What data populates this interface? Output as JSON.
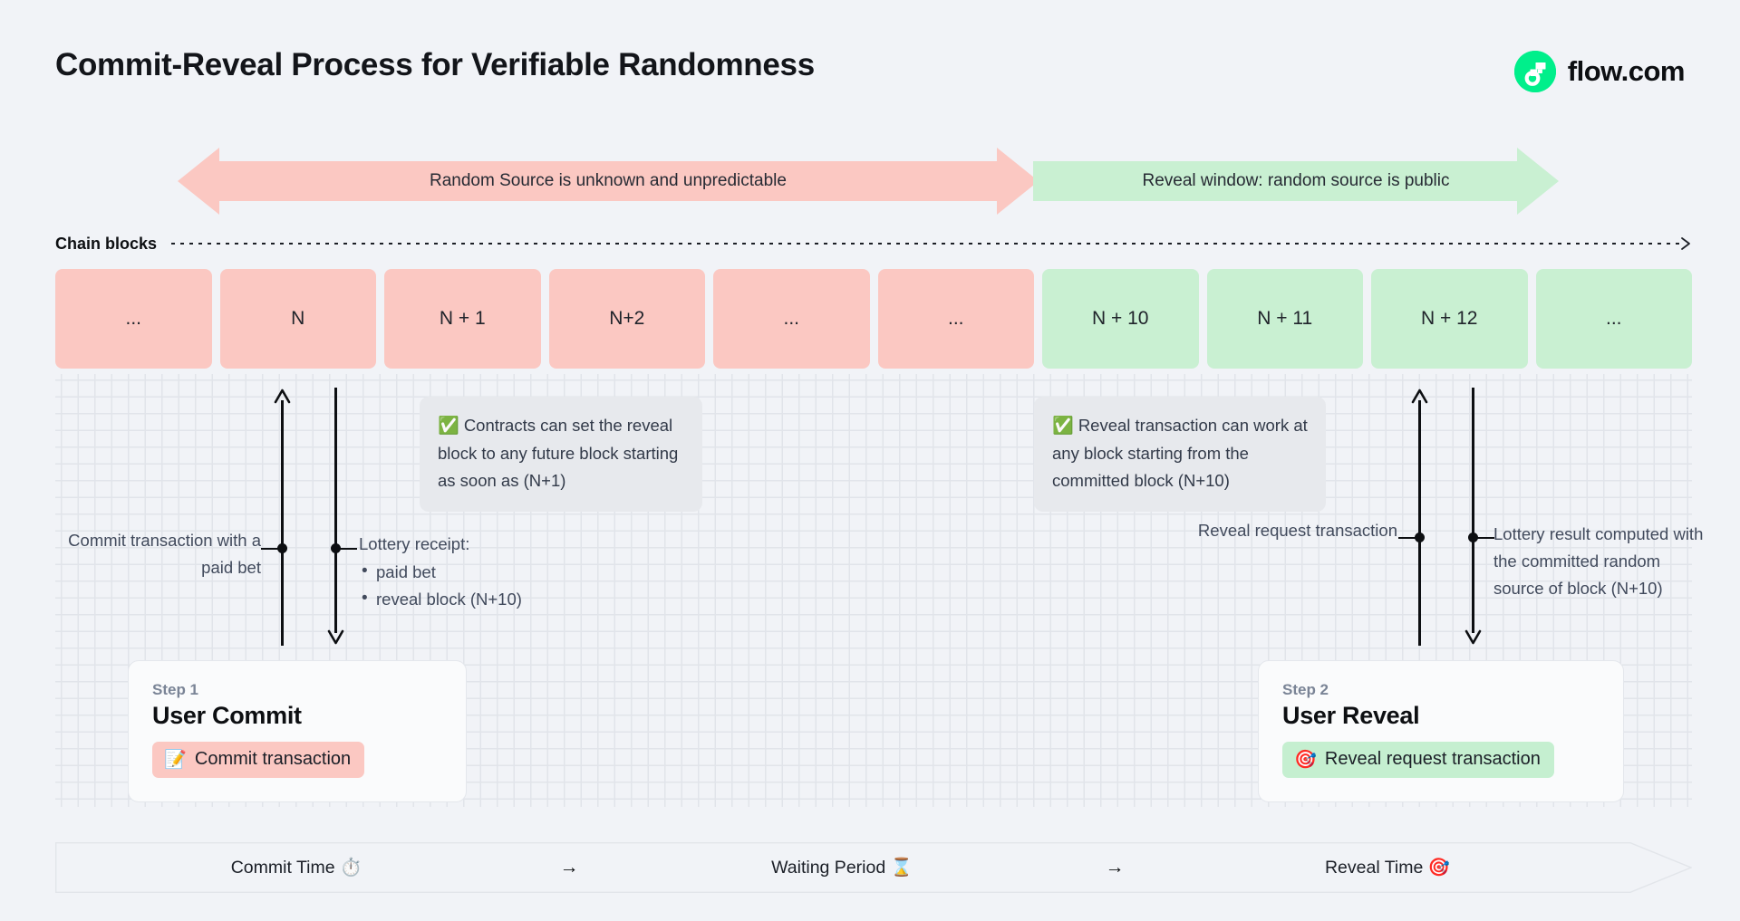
{
  "header": {
    "title": "Commit-Reveal Process for Verifiable Randomness",
    "brand_name": "flow.com",
    "brand_icon": "flow-logo-icon",
    "brand_color": "#00ef8b"
  },
  "banners": [
    {
      "label": "Random Source is unknown and unpredictable",
      "color": "#fbc8c2",
      "direction": "both"
    },
    {
      "label": "Reveal window: random source is public",
      "color": "#c9f0d2",
      "direction": "right"
    }
  ],
  "chain": {
    "label": "Chain blocks",
    "blocks": [
      {
        "label": "...",
        "state": "pink"
      },
      {
        "label": "N",
        "state": "pink"
      },
      {
        "label": "N + 1",
        "state": "pink"
      },
      {
        "label": "N+2",
        "state": "pink"
      },
      {
        "label": "...",
        "state": "pink"
      },
      {
        "label": "...",
        "state": "pink"
      },
      {
        "label": "N + 10",
        "state": "green"
      },
      {
        "label": "N + 11",
        "state": "green"
      },
      {
        "label": "N + 12",
        "state": "green"
      },
      {
        "label": "...",
        "state": "green"
      }
    ],
    "pink_color": "#fbc8c2",
    "green_color": "#c9f0d2"
  },
  "callouts": [
    {
      "icon": "✅",
      "text": "Contracts can set the reveal block to any future block starting as soon as (N+1)"
    },
    {
      "icon": "✅",
      "text": "Reveal transaction can work at any block starting from the committed block (N+10)"
    }
  ],
  "annotations": {
    "commit_tx": "Commit transaction with a paid bet",
    "lottery_receipt_title": "Lottery receipt:",
    "lottery_receipt_items": [
      "paid bet",
      "reveal block (N+10)"
    ],
    "reveal_request": "Reveal request transaction",
    "lottery_result": "Lottery result computed with the committed random source of block (N+10)"
  },
  "steps": [
    {
      "kicker": "Step 1",
      "title": "User Commit",
      "badge_icon": "📝",
      "badge_label": "Commit transaction",
      "badge_color": "#fbc8c2"
    },
    {
      "kicker": "Step 2",
      "title": "User Reveal",
      "badge_icon": "🎯",
      "badge_label": "Reveal request transaction",
      "badge_color": "#c5efd0"
    }
  ],
  "timeline": {
    "items": [
      {
        "label": "Commit Time",
        "icon": "⏱️"
      },
      {
        "label": "Waiting Period",
        "icon": "⌛"
      },
      {
        "label": "Reveal Time",
        "icon": "🎯"
      }
    ],
    "separator_icon": "→"
  }
}
